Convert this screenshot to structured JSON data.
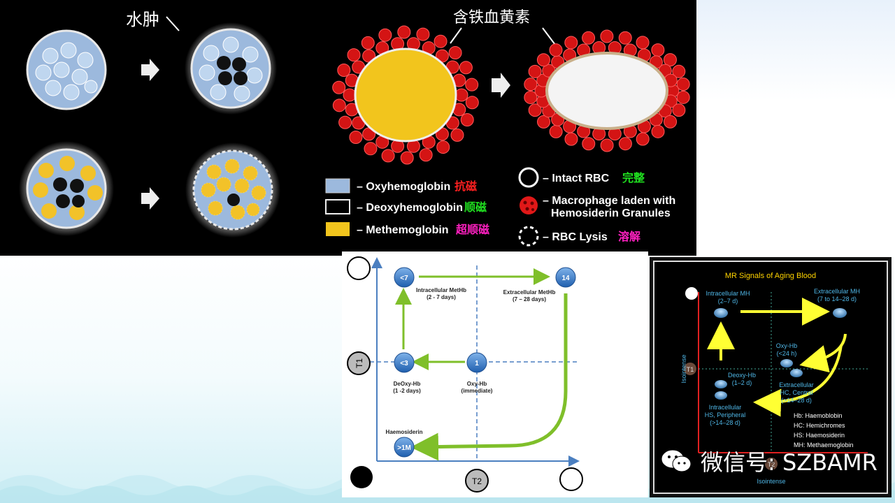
{
  "top_left": {
    "label_edema": "水肿"
  },
  "top_right": {
    "label_hemosiderin": "含铁血黄素",
    "legend": [
      {
        "text": "– Oxyhemoglobin",
        "tag": "抗磁",
        "tag_color": "#ff2020"
      },
      {
        "text": "– Deoxyhemoglobin",
        "tag": "顺磁",
        "tag_color": "#20e020"
      },
      {
        "text": "– Methemoglobin",
        "tag": "超顺磁",
        "tag_color": "#ff20c0"
      },
      {
        "text": "– Intact RBC",
        "tag": "完整",
        "tag_color": "#20e020"
      },
      {
        "text_line1": "– Macrophage laden with",
        "text_line2": "Hemosiderin Granules"
      },
      {
        "text": "– RBC Lysis",
        "tag": "溶解",
        "tag_color": "#ff20c0"
      }
    ]
  },
  "chart_left": {
    "y_axis": "T1",
    "x_axis": "T2",
    "nodes": [
      {
        "id": "<7",
        "title": "Intracellular MetHb",
        "sub": "(2 - 7 days)"
      },
      {
        "id": "14",
        "title": "Extracellular MetHb",
        "sub": "(7 – 28 days)"
      },
      {
        "id": "<3",
        "title": "DeOxy-Hb",
        "sub": "(1 -2 days)"
      },
      {
        "id": "1",
        "title": "Oxy-Hb",
        "sub": "(immediate)"
      },
      {
        "id": ">1M",
        "title": "Haemosiderin",
        "sub": ""
      }
    ]
  },
  "chart_right": {
    "title": "MR Signals of Aging Blood",
    "y_axis": "T1",
    "x_axis": "T2",
    "y_axis_label": "Isointense",
    "x_axis_label": "Isointense",
    "labels": {
      "intra_mh": "Intracellular MH",
      "intra_mh_days": "(2–7 d)",
      "extra_mh": "Extracellular MH",
      "extra_mh_days": "(7 to 14–28 d)",
      "oxy": "Oxy-Hb",
      "oxy_days": "(<24 h)",
      "deoxy": "Deoxy-Hb",
      "deoxy_days": "(1–2 d)",
      "extra_hc": "Extracellular",
      "extra_hc2": "HC, Central",
      "extra_hc_days": "(>14–28 d)",
      "intra_hs": "Intracellular",
      "intra_hs2": "HS, Peripheral",
      "intra_hs_days": "(>14–28 d)"
    },
    "key": [
      "Hb: Haemoblobin",
      "HC: Hemichromes",
      "HS: Haemosiderin",
      "MH: Methaemoglobin"
    ]
  },
  "watermark": {
    "text": "微信号: SZBAMR"
  }
}
